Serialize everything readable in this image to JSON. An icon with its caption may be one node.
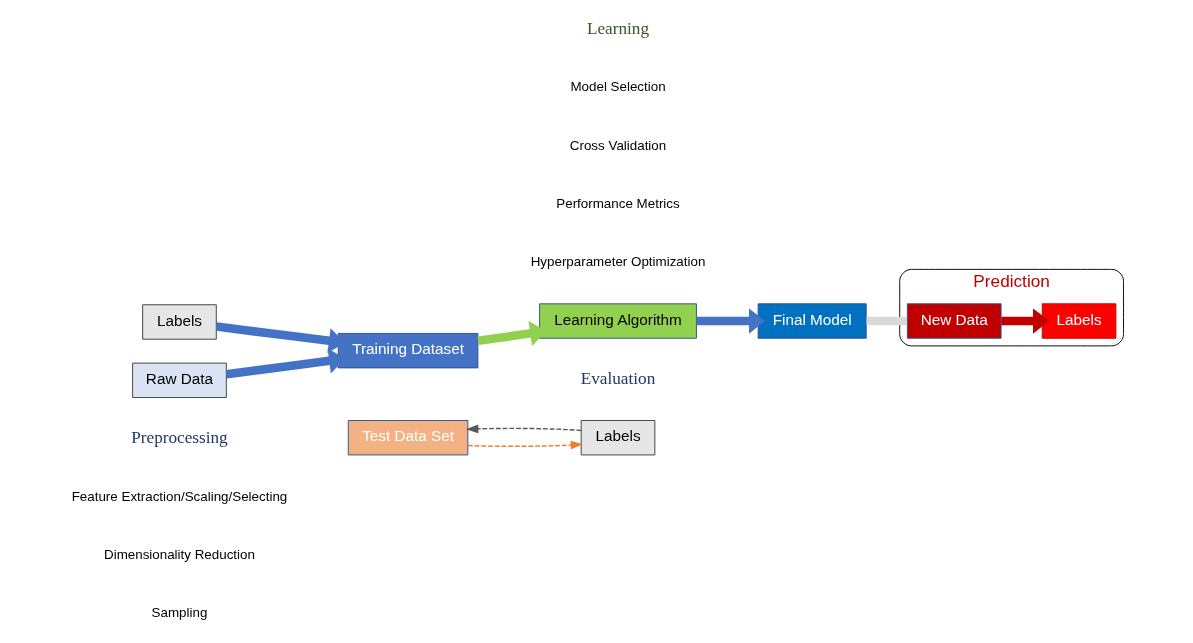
{
  "diagram": {
    "nodes": [
      {
        "text": [
          "Labels"
        ]
      },
      {
        "text": [
          "Raw Data"
        ]
      },
      {
        "text": [
          "Training Dataset"
        ]
      },
      {
        "text": [
          "Test Data Set"
        ]
      },
      {
        "text": [
          "Learning Algorithm"
        ]
      },
      {
        "text": [
          "Final Model"
        ]
      },
      {
        "text": [
          "Labels"
        ]
      },
      {
        "text": [
          "Prediction"
        ]
      },
      {
        "text": [
          "New Data"
        ],
        "in": 7
      },
      {
        "text": [
          "Labels"
        ],
        "in": 7
      }
    ],
    "edges": [
      {
        "from": 0,
        "to": 2,
        "arrow": "to",
        "color": "#4472c4"
      },
      {
        "from": 1,
        "to": 2,
        "arrow": "to",
        "color": "#4472c4"
      },
      {
        "from": 2,
        "to": 4,
        "arrow": "to",
        "color": "#92d050"
      },
      {
        "from": 4,
        "to": 5,
        "arrow": "to",
        "color": "#4472c4"
      },
      {
        "from": 3,
        "to": 6,
        "arrow": "to",
        "style": "dashed",
        "color": "#ed7d31"
      },
      {
        "from": 6,
        "to": 3,
        "arrow": "to",
        "style": "dashed",
        "color": "#595959"
      },
      {
        "from": 5,
        "to": 8,
        "arrow": "none",
        "color": "#d9d9d9"
      },
      {
        "from": 8,
        "to": 9,
        "arrow": "to",
        "color": "#c00000"
      }
    ],
    "labels": [
      "Learning",
      "Model Selection",
      "Cross Validation",
      "Performance Metrics",
      "Hyperparameter Optimization",
      "Evaluation",
      "Preprocessing",
      "Feature Extraction/Scaling/Selecting",
      "Dimensionality Reduction",
      "Sampling"
    ]
  }
}
